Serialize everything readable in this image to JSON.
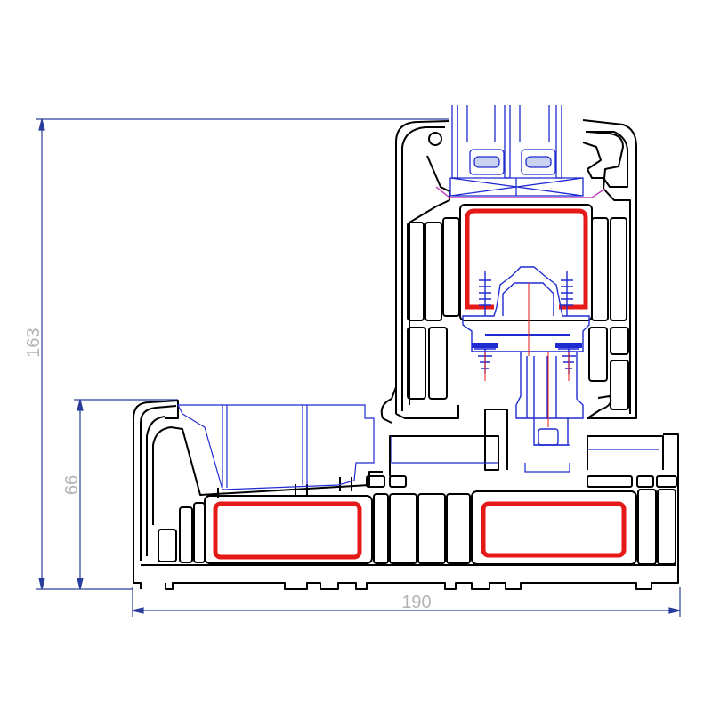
{
  "dimensions": {
    "total_height": "163",
    "bottom_height": "66",
    "total_width": "190"
  },
  "colors": {
    "profile_outline": "#000000",
    "steel_reinforcement": "#e61919",
    "dimension_lines": "#2a3d9a",
    "dimension_text": "#b4b4b4",
    "hardware": "#1f2bd1",
    "glazing_bead_accent": "#c247c2",
    "axis_lines": "#e61919"
  }
}
